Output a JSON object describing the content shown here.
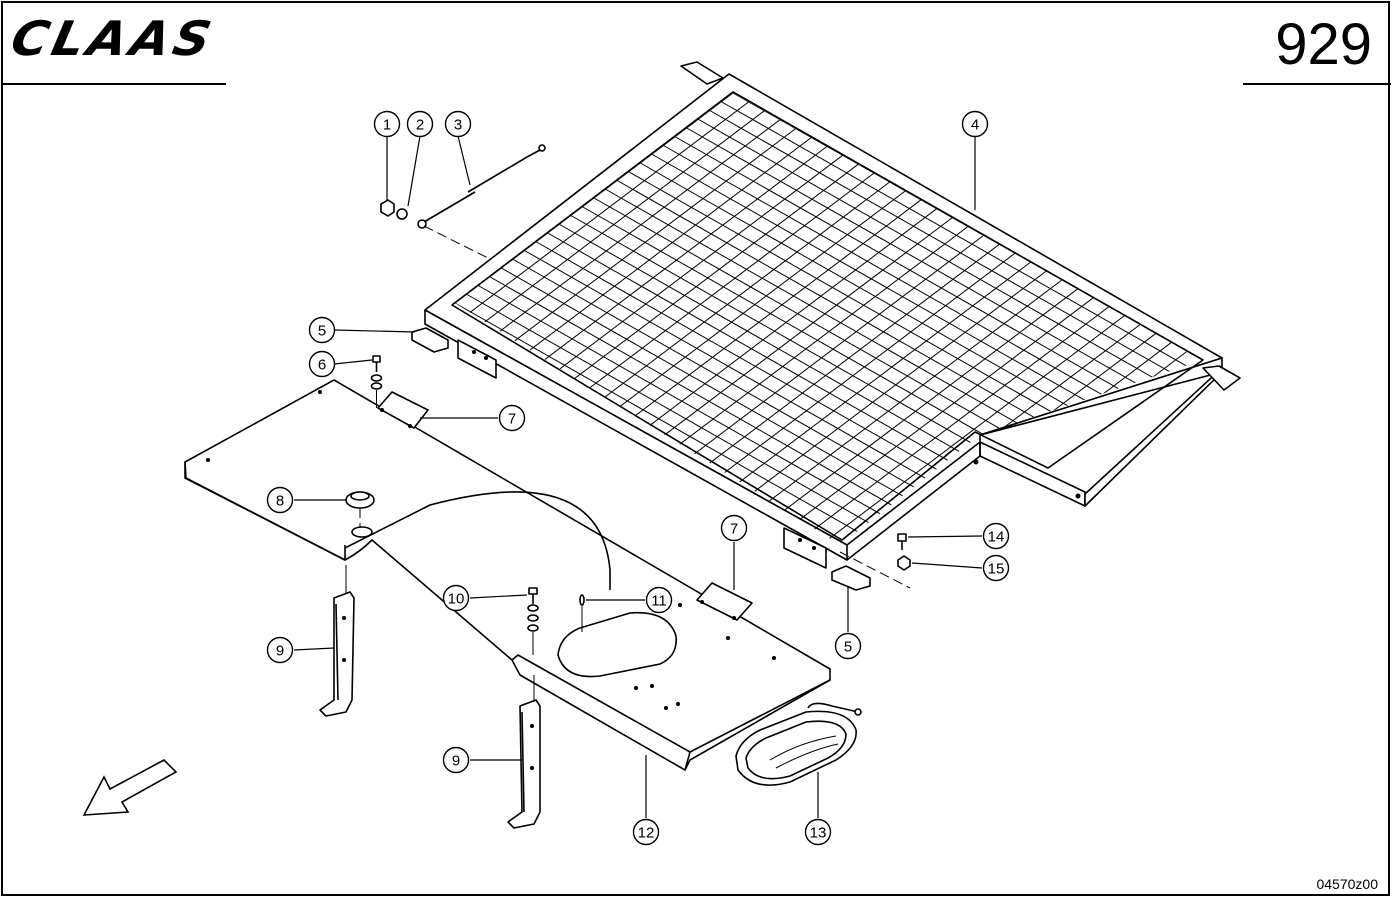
{
  "header": {
    "brand": "CLAAS",
    "page_number": "929"
  },
  "footer": {
    "drawing_code": "04570z00"
  },
  "callouts": [
    "1",
    "2",
    "3",
    "4",
    "5",
    "6",
    "7",
    "8",
    "9",
    "10",
    "11",
    "12",
    "13",
    "14",
    "15",
    "5",
    "7",
    "9"
  ]
}
